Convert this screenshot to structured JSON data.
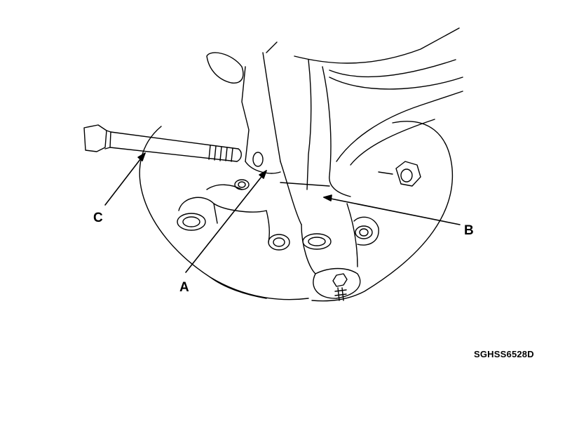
{
  "diagram": {
    "callouts": {
      "a": "A",
      "b": "B",
      "c": "C"
    },
    "reference_code": "SGHSS6528D",
    "colors": {
      "line": "#000000",
      "background": "#ffffff"
    }
  }
}
